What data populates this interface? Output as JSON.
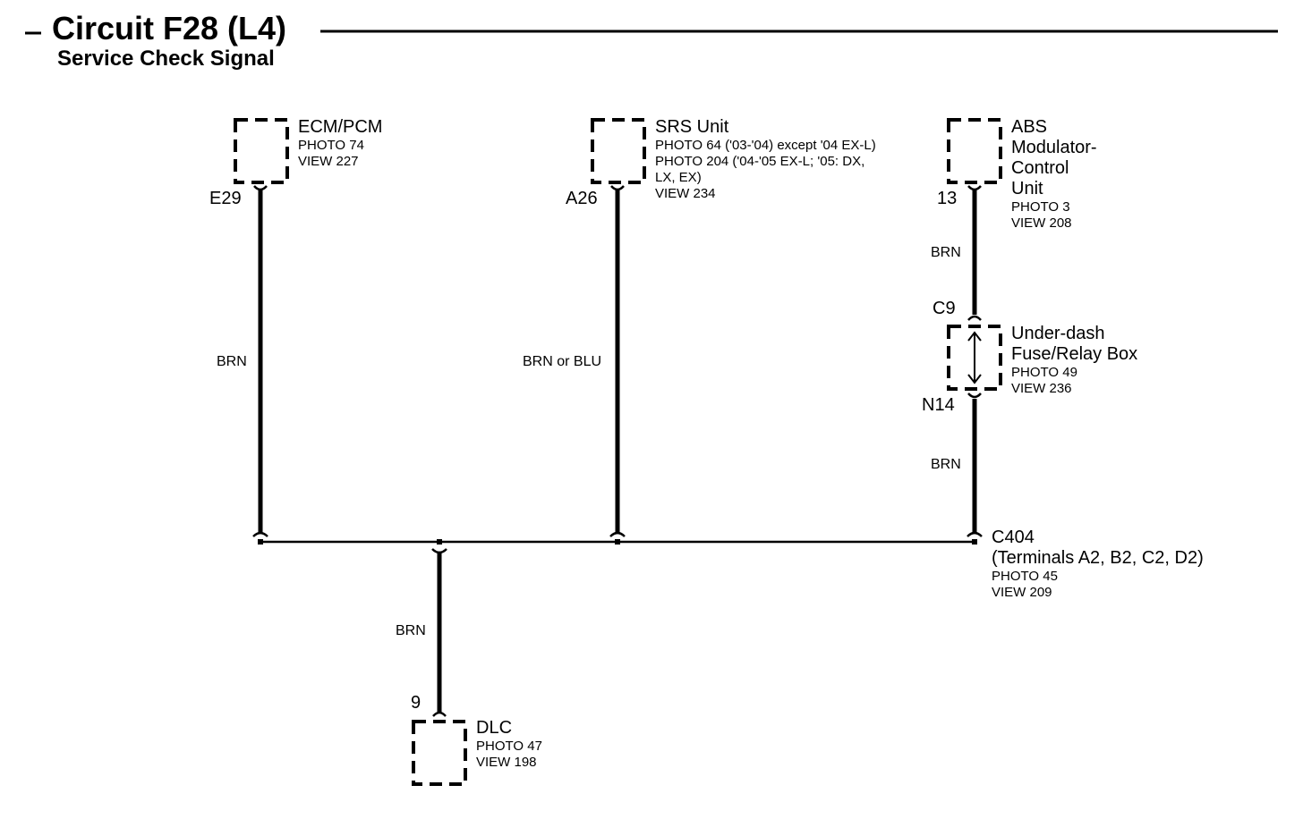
{
  "header": {
    "title": "Circuit F28 (L4)",
    "subtitle": "Service Check Signal"
  },
  "components": {
    "ecm": {
      "name": "ECM/PCM",
      "photo": "PHOTO 74",
      "view": "VIEW 227",
      "pin": "E29"
    },
    "srs": {
      "name": "SRS Unit",
      "photo_line1": "PHOTO 64 ('03-'04) except '04 EX-L)",
      "photo_line2": "PHOTO 204 ('04-'05 EX-L; '05: DX,",
      "photo_line3": "LX, EX)",
      "view": "VIEW 234",
      "pin": "A26"
    },
    "abs": {
      "name_line1": "ABS",
      "name_line2": "Modulator-",
      "name_line3": "Control",
      "name_line4": "Unit",
      "photo": "PHOTO 3",
      "view": "VIEW 208",
      "pin": "13"
    },
    "fusebox": {
      "name_line1": "Under-dash",
      "name_line2": "Fuse/Relay Box",
      "photo": "PHOTO 49",
      "view": "VIEW 236",
      "pin_top": "C9",
      "pin_bottom": "N14"
    },
    "dlc": {
      "name": "DLC",
      "photo": "PHOTO 47",
      "view": "VIEW 198",
      "pin": "9"
    }
  },
  "junction": {
    "name": "C404",
    "terminals": "(Terminals A2, B2, C2, D2)",
    "photo": "PHOTO 45",
    "view": "VIEW 209"
  },
  "wires": {
    "ecm_wire": "BRN",
    "srs_wire": "BRN or BLU",
    "abs_wire": "BRN",
    "fuse_wire": "BRN",
    "dlc_wire": "BRN"
  }
}
